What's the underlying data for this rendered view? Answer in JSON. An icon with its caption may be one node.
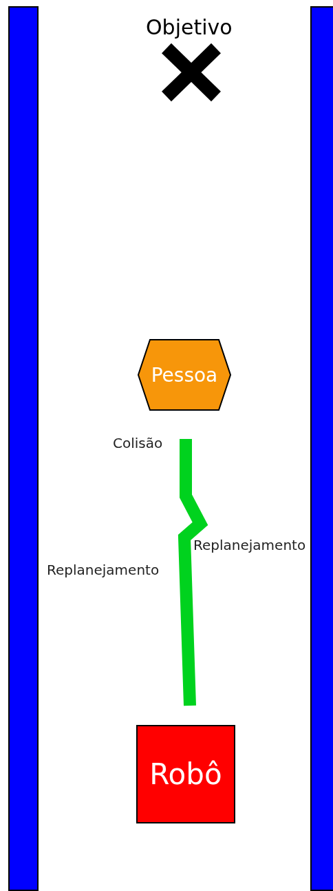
{
  "diagram": {
    "nodes": [
      {
        "text": [
          "Pessoa"
        ]
      },
      {
        "text": [
          "Robô"
        ]
      },
      {
        "text": [],
        "shape": "bar"
      },
      {
        "text": [],
        "shape": "bar"
      }
    ],
    "labels": [
      "Objetivo",
      "Colisão",
      "Replanejamento",
      "Replanejamento"
    ]
  }
}
